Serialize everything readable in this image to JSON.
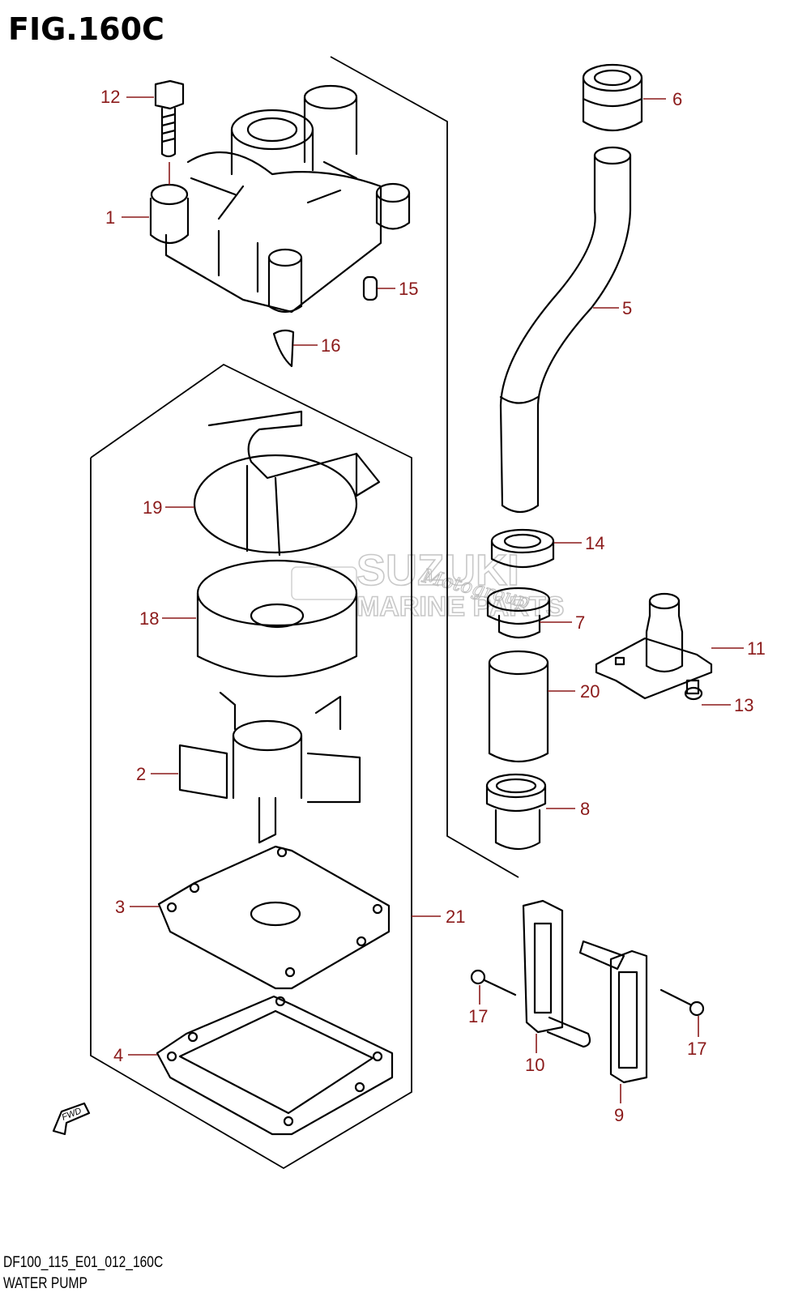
{
  "figure": {
    "title": "FIG.160C",
    "code": "DF100_115_E01_012_160C",
    "name": "WATER PUMP"
  },
  "watermark": {
    "brand": "SUZUKI",
    "line2": "MARINE PARTS",
    "script": "Motogroup"
  },
  "fwd_label": "FWD",
  "callouts": {
    "c1": "1",
    "c2": "2",
    "c3": "3",
    "c4": "4",
    "c5": "5",
    "c6": "6",
    "c7": "7",
    "c8": "8",
    "c9": "9",
    "c10": "10",
    "c11": "11",
    "c12": "12",
    "c13": "13",
    "c14": "14",
    "c15": "15",
    "c16": "16",
    "c17a": "17",
    "c17b": "17",
    "c18": "18",
    "c19": "19",
    "c20": "20",
    "c21": "21"
  },
  "colors": {
    "callout": "#8b1a1a",
    "line": "#000000",
    "watermark": "#c8c8c8"
  }
}
